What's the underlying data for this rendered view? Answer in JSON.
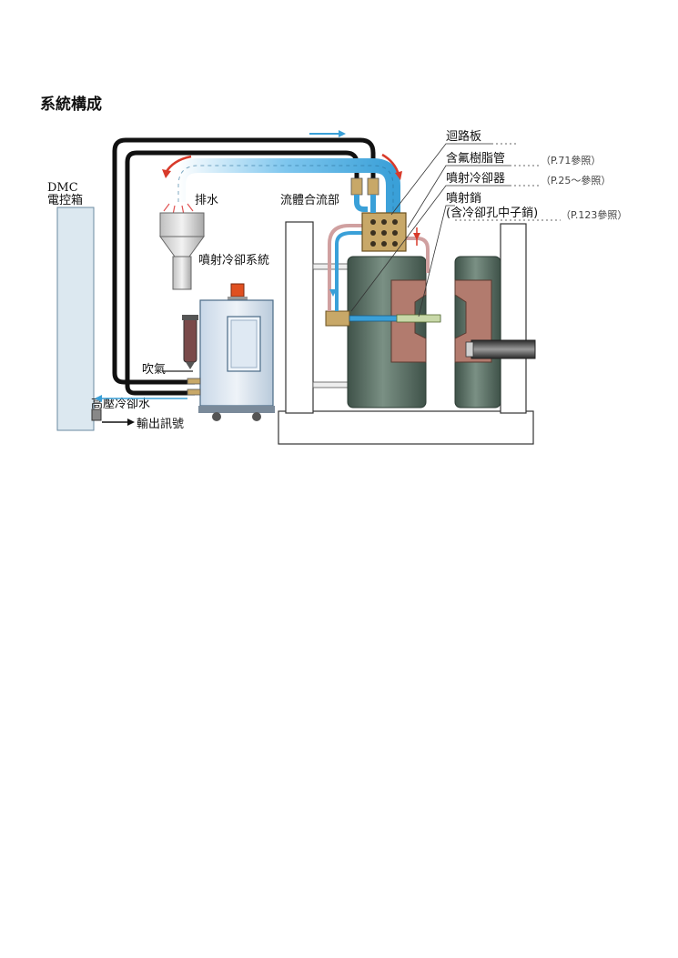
{
  "page": {
    "title": "系統構成"
  },
  "diagram": {
    "labels": {
      "dmc_line1": "DMC",
      "dmc_line2": "電控箱",
      "drain": "排水",
      "spray_system": "噴射冷卻系統",
      "manifold": "流體合流部",
      "air_blow": "吹氣",
      "hp_water": "高壓冷卻水",
      "output_signal": "輸出訊號",
      "circuit_board": "迴路板",
      "fluoro_tube": "含氟樹脂管",
      "spray_cooler": "噴射冷卻器",
      "spray_pin_line1": "噴射銷",
      "spray_pin_line2": "(含冷卻孔中子銷)",
      "ref_p71": "（P.71參照）",
      "ref_p25": "（P.25～參照）",
      "ref_p123": "（P.123參照）"
    },
    "colors": {
      "hose": "#111111",
      "water_blue": "#3aa0d8",
      "red_arrow": "#d83a2a",
      "mold": "#5d7368",
      "cavity": "#b27b6e",
      "cabinet": "#dfe8f2",
      "dmc_box": "#dce8f0",
      "brass": "#c8a868"
    }
  }
}
